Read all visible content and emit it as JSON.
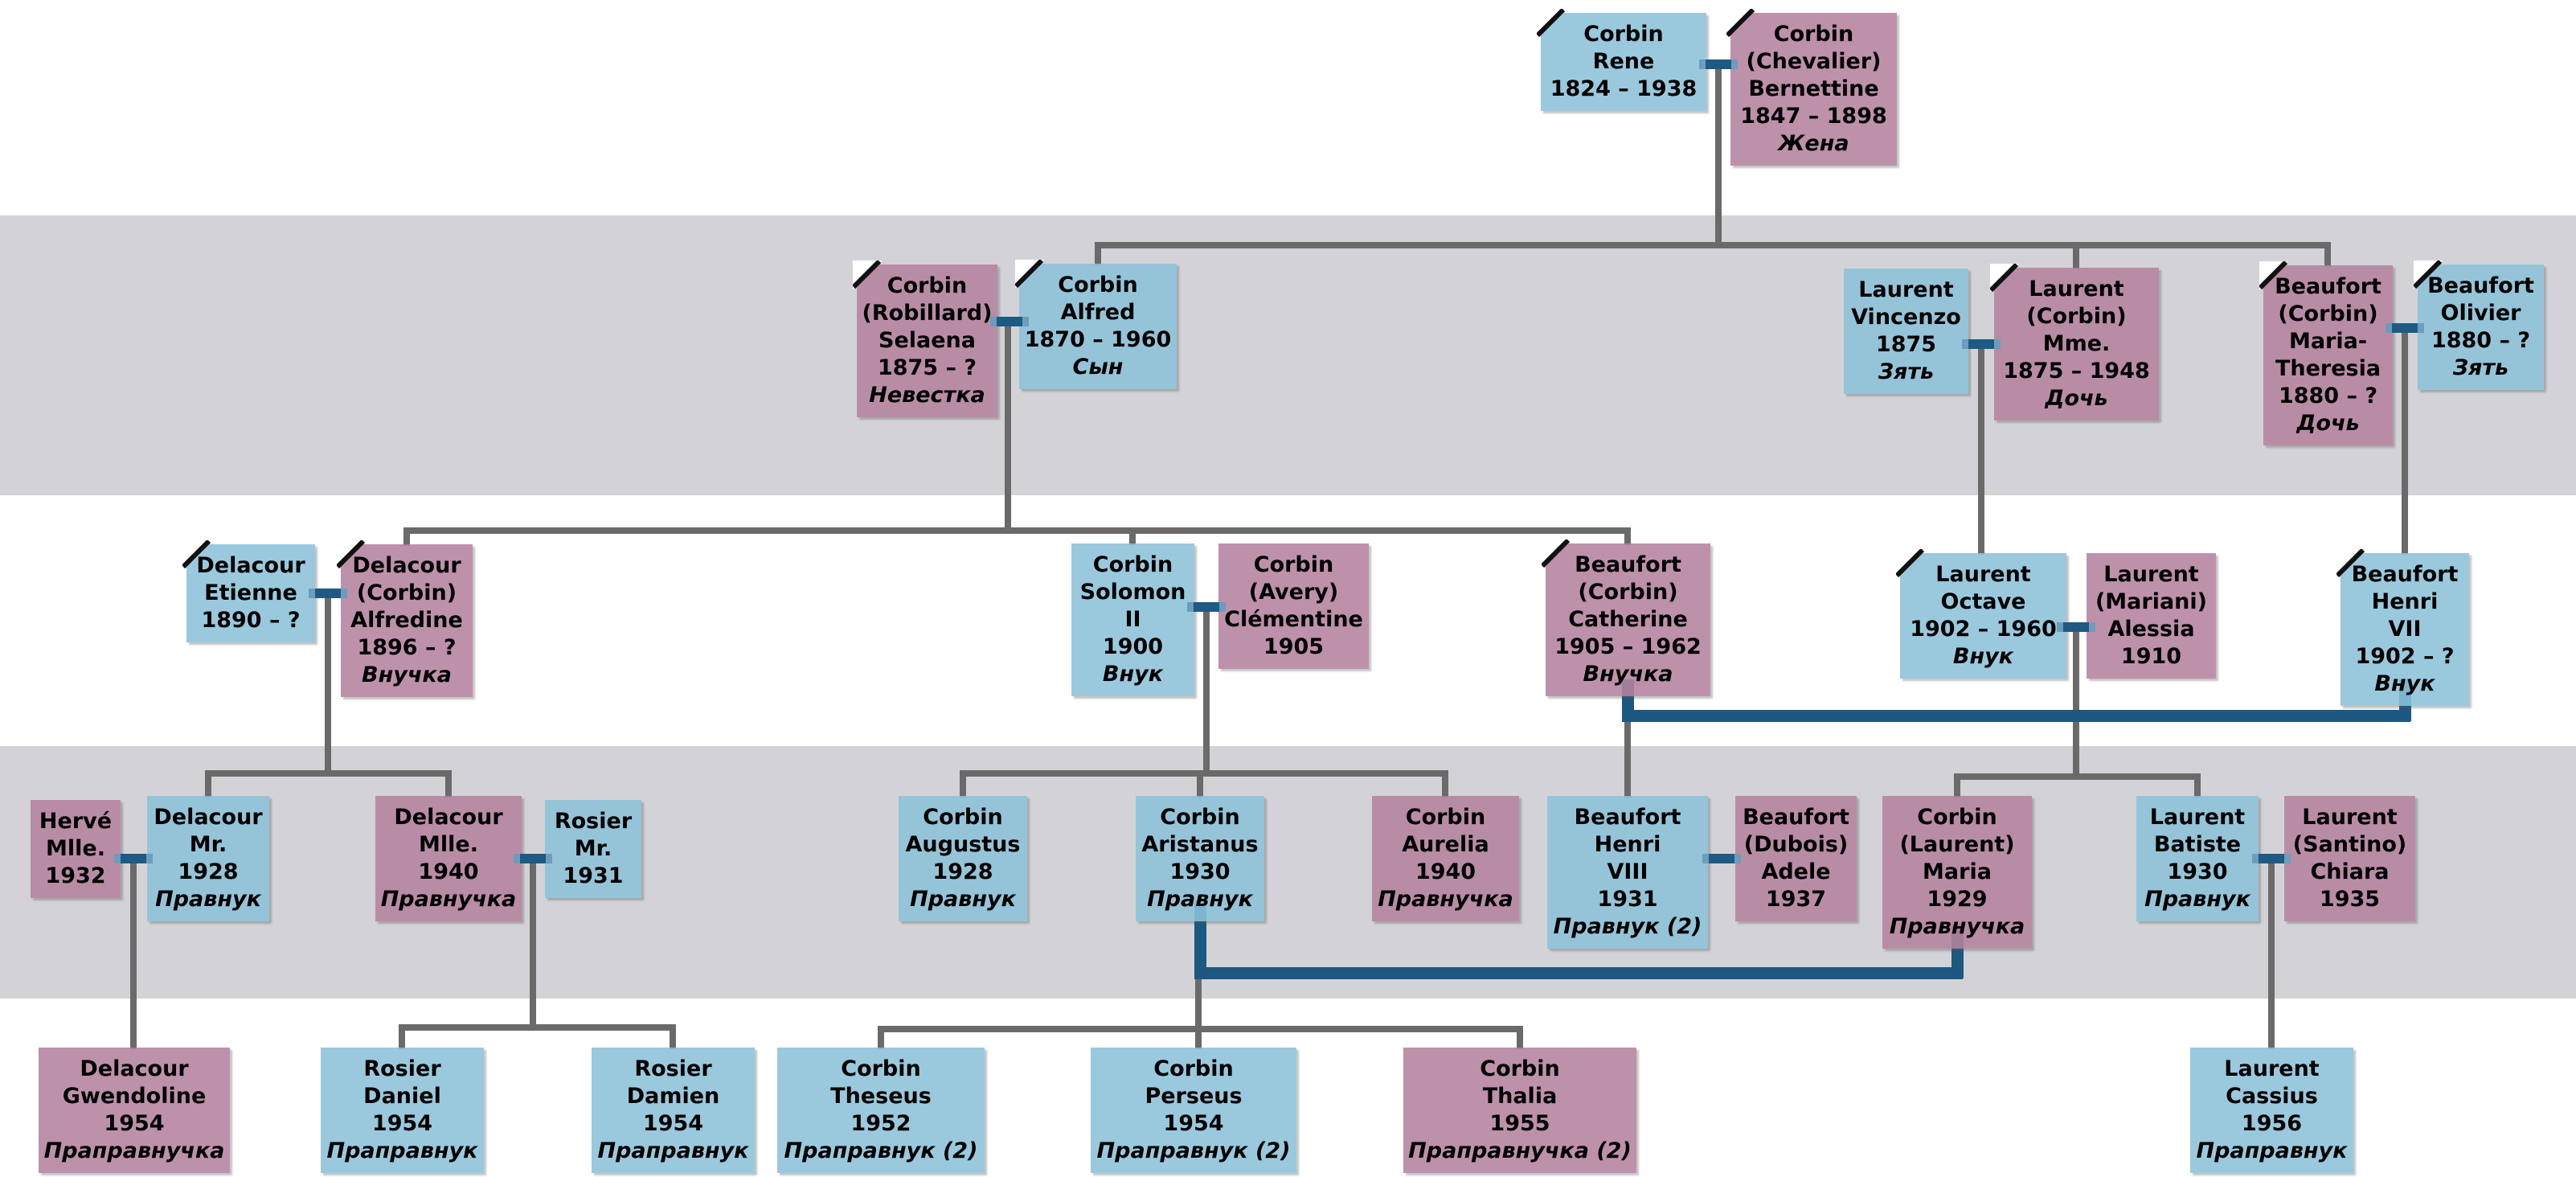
{
  "app": {
    "title": "Family tree chart"
  },
  "colors": {
    "male_fill": "rgba(140,194,216,0.88)",
    "female_fill": "rgba(181,130,159,0.88)",
    "band_gray": "#d3d3d7",
    "line_gray": "#6a6a6a",
    "line_blue": "#1d5880",
    "bar_blue": "#1e5a83",
    "bar_cap": "#6d9cbc",
    "background": "#ffffff"
  },
  "persons": [
    {
      "id": "corbin-rene",
      "gender": "male",
      "corner": true,
      "lines": [
        "Corbin",
        "Rene",
        "1824 – 1938"
      ],
      "role": ""
    },
    {
      "id": "corbin-chevalier-bernettine",
      "gender": "female",
      "corner": true,
      "lines": [
        "Corbin",
        "(Chevalier)",
        "Bernettine",
        "1847 – 1898"
      ],
      "role": "Жена"
    },
    {
      "id": "corbin-robillard-selaena",
      "gender": "female",
      "corner": true,
      "lines": [
        "Corbin",
        "(Robillard)",
        "Selaena",
        "1875 – ?"
      ],
      "role": "Невестка"
    },
    {
      "id": "corbin-alfred",
      "gender": "male",
      "corner": true,
      "lines": [
        "Corbin",
        "Alfred",
        "1870 – 1960"
      ],
      "role": "Сын"
    },
    {
      "id": "laurent-vincenzo",
      "gender": "male",
      "corner": false,
      "lines": [
        "Laurent",
        "Vincenzo",
        "1875"
      ],
      "role": "Зять"
    },
    {
      "id": "laurent-corbin-mme",
      "gender": "female",
      "corner": true,
      "lines": [
        "Laurent",
        "(Corbin)",
        "Mme.",
        "1875 – 1948"
      ],
      "role": "Дочь"
    },
    {
      "id": "beaufort-corbin-maria-theresia",
      "gender": "female",
      "corner": true,
      "lines": [
        "Beaufort",
        "(Corbin)",
        "Maria-",
        "Theresia",
        "1880 – ?"
      ],
      "role": "Дочь"
    },
    {
      "id": "beaufort-olivier",
      "gender": "male",
      "corner": true,
      "lines": [
        "Beaufort",
        "Olivier",
        "1880 – ?"
      ],
      "role": "Зять"
    },
    {
      "id": "delacour-etienne",
      "gender": "male",
      "corner": true,
      "lines": [
        "Delacour",
        "Etienne",
        "1890 – ?"
      ],
      "role": ""
    },
    {
      "id": "delacour-corbin-alfredine",
      "gender": "female",
      "corner": true,
      "lines": [
        "Delacour",
        "(Corbin)",
        "Alfredine",
        "1896 – ?"
      ],
      "role": "Внучка"
    },
    {
      "id": "corbin-solomon-ii",
      "gender": "male",
      "corner": false,
      "lines": [
        "Corbin",
        "Solomon",
        "II",
        "1900"
      ],
      "role": "Внук"
    },
    {
      "id": "corbin-avery-clementine",
      "gender": "female",
      "corner": false,
      "lines": [
        "Corbin",
        "(Avery)",
        "Clémentine",
        "1905"
      ],
      "role": ""
    },
    {
      "id": "beaufort-corbin-catherine",
      "gender": "female",
      "corner": true,
      "lines": [
        "Beaufort",
        "(Corbin)",
        "Catherine",
        "1905 – 1962"
      ],
      "role": "Внучка"
    },
    {
      "id": "laurent-octave",
      "gender": "male",
      "corner": true,
      "lines": [
        "Laurent",
        "Octave",
        "1902 – 1960"
      ],
      "role": "Внук"
    },
    {
      "id": "laurent-mariani-alessia",
      "gender": "female",
      "corner": false,
      "lines": [
        "Laurent",
        "(Mariani)",
        "Alessia",
        "1910"
      ],
      "role": ""
    },
    {
      "id": "beaufort-henri-vii",
      "gender": "male",
      "corner": true,
      "lines": [
        "Beaufort",
        "Henri",
        "VII",
        "1902 – ?"
      ],
      "role": "Внук"
    },
    {
      "id": "herve-mlle",
      "gender": "female",
      "corner": false,
      "lines": [
        "Hervé",
        "Mlle.",
        "1932"
      ],
      "role": ""
    },
    {
      "id": "delacour-mr",
      "gender": "male",
      "corner": false,
      "lines": [
        "Delacour",
        "Mr.",
        "1928"
      ],
      "role": "Правнук"
    },
    {
      "id": "delacour-mlle",
      "gender": "female",
      "corner": false,
      "lines": [
        "Delacour",
        "Mlle.",
        "1940"
      ],
      "role": "Правнучка"
    },
    {
      "id": "rosier-mr",
      "gender": "male",
      "corner": false,
      "lines": [
        "Rosier",
        "Mr.",
        "1931"
      ],
      "role": ""
    },
    {
      "id": "corbin-augustus",
      "gender": "male",
      "corner": false,
      "lines": [
        "Corbin",
        "Augustus",
        "1928"
      ],
      "role": "Правнук"
    },
    {
      "id": "corbin-aristanus",
      "gender": "male",
      "corner": false,
      "lines": [
        "Corbin",
        "Aristanus",
        "1930"
      ],
      "role": "Правнук"
    },
    {
      "id": "corbin-aurelia",
      "gender": "female",
      "corner": false,
      "lines": [
        "Corbin",
        "Aurelia",
        "1940"
      ],
      "role": "Правнучка"
    },
    {
      "id": "beaufort-henri-viii",
      "gender": "male",
      "corner": false,
      "lines": [
        "Beaufort",
        "Henri",
        "VIII",
        "1931"
      ],
      "role": "Правнук (2)"
    },
    {
      "id": "beaufort-dubois-adele",
      "gender": "female",
      "corner": false,
      "lines": [
        "Beaufort",
        "(Dubois)",
        "Adele",
        "1937"
      ],
      "role": ""
    },
    {
      "id": "corbin-laurent-maria",
      "gender": "female",
      "corner": false,
      "lines": [
        "Corbin",
        "(Laurent)",
        "Maria",
        "1929"
      ],
      "role": "Правнучка"
    },
    {
      "id": "laurent-batiste",
      "gender": "male",
      "corner": false,
      "lines": [
        "Laurent",
        "Batiste",
        "1930"
      ],
      "role": "Правнук"
    },
    {
      "id": "laurent-santino-chiara",
      "gender": "female",
      "corner": false,
      "lines": [
        "Laurent",
        "(Santino)",
        "Chiara",
        "1935"
      ],
      "role": ""
    },
    {
      "id": "delacour-gwendoline",
      "gender": "female",
      "corner": false,
      "lines": [
        "Delacour",
        "Gwendoline",
        "1954"
      ],
      "role": "Праправнучка"
    },
    {
      "id": "rosier-daniel",
      "gender": "male",
      "corner": false,
      "lines": [
        "Rosier",
        "Daniel",
        "1954"
      ],
      "role": "Праправнук"
    },
    {
      "id": "rosier-damien",
      "gender": "male",
      "corner": false,
      "lines": [
        "Rosier",
        "Damien",
        "1954"
      ],
      "role": "Праправнук"
    },
    {
      "id": "corbin-theseus",
      "gender": "male",
      "corner": false,
      "lines": [
        "Corbin",
        "Theseus",
        "1952"
      ],
      "role": "Праправнук (2)"
    },
    {
      "id": "corbin-perseus",
      "gender": "male",
      "corner": false,
      "lines": [
        "Corbin",
        "Perseus",
        "1954"
      ],
      "role": "Праправнук (2)"
    },
    {
      "id": "corbin-thalia",
      "gender": "female",
      "corner": false,
      "lines": [
        "Corbin",
        "Thalia",
        "1955"
      ],
      "role": "Праправнучка (2)"
    },
    {
      "id": "laurent-cassius",
      "gender": "male",
      "corner": false,
      "lines": [
        "Laurent",
        "Cassius",
        "1956"
      ],
      "role": "Праправнук"
    }
  ]
}
